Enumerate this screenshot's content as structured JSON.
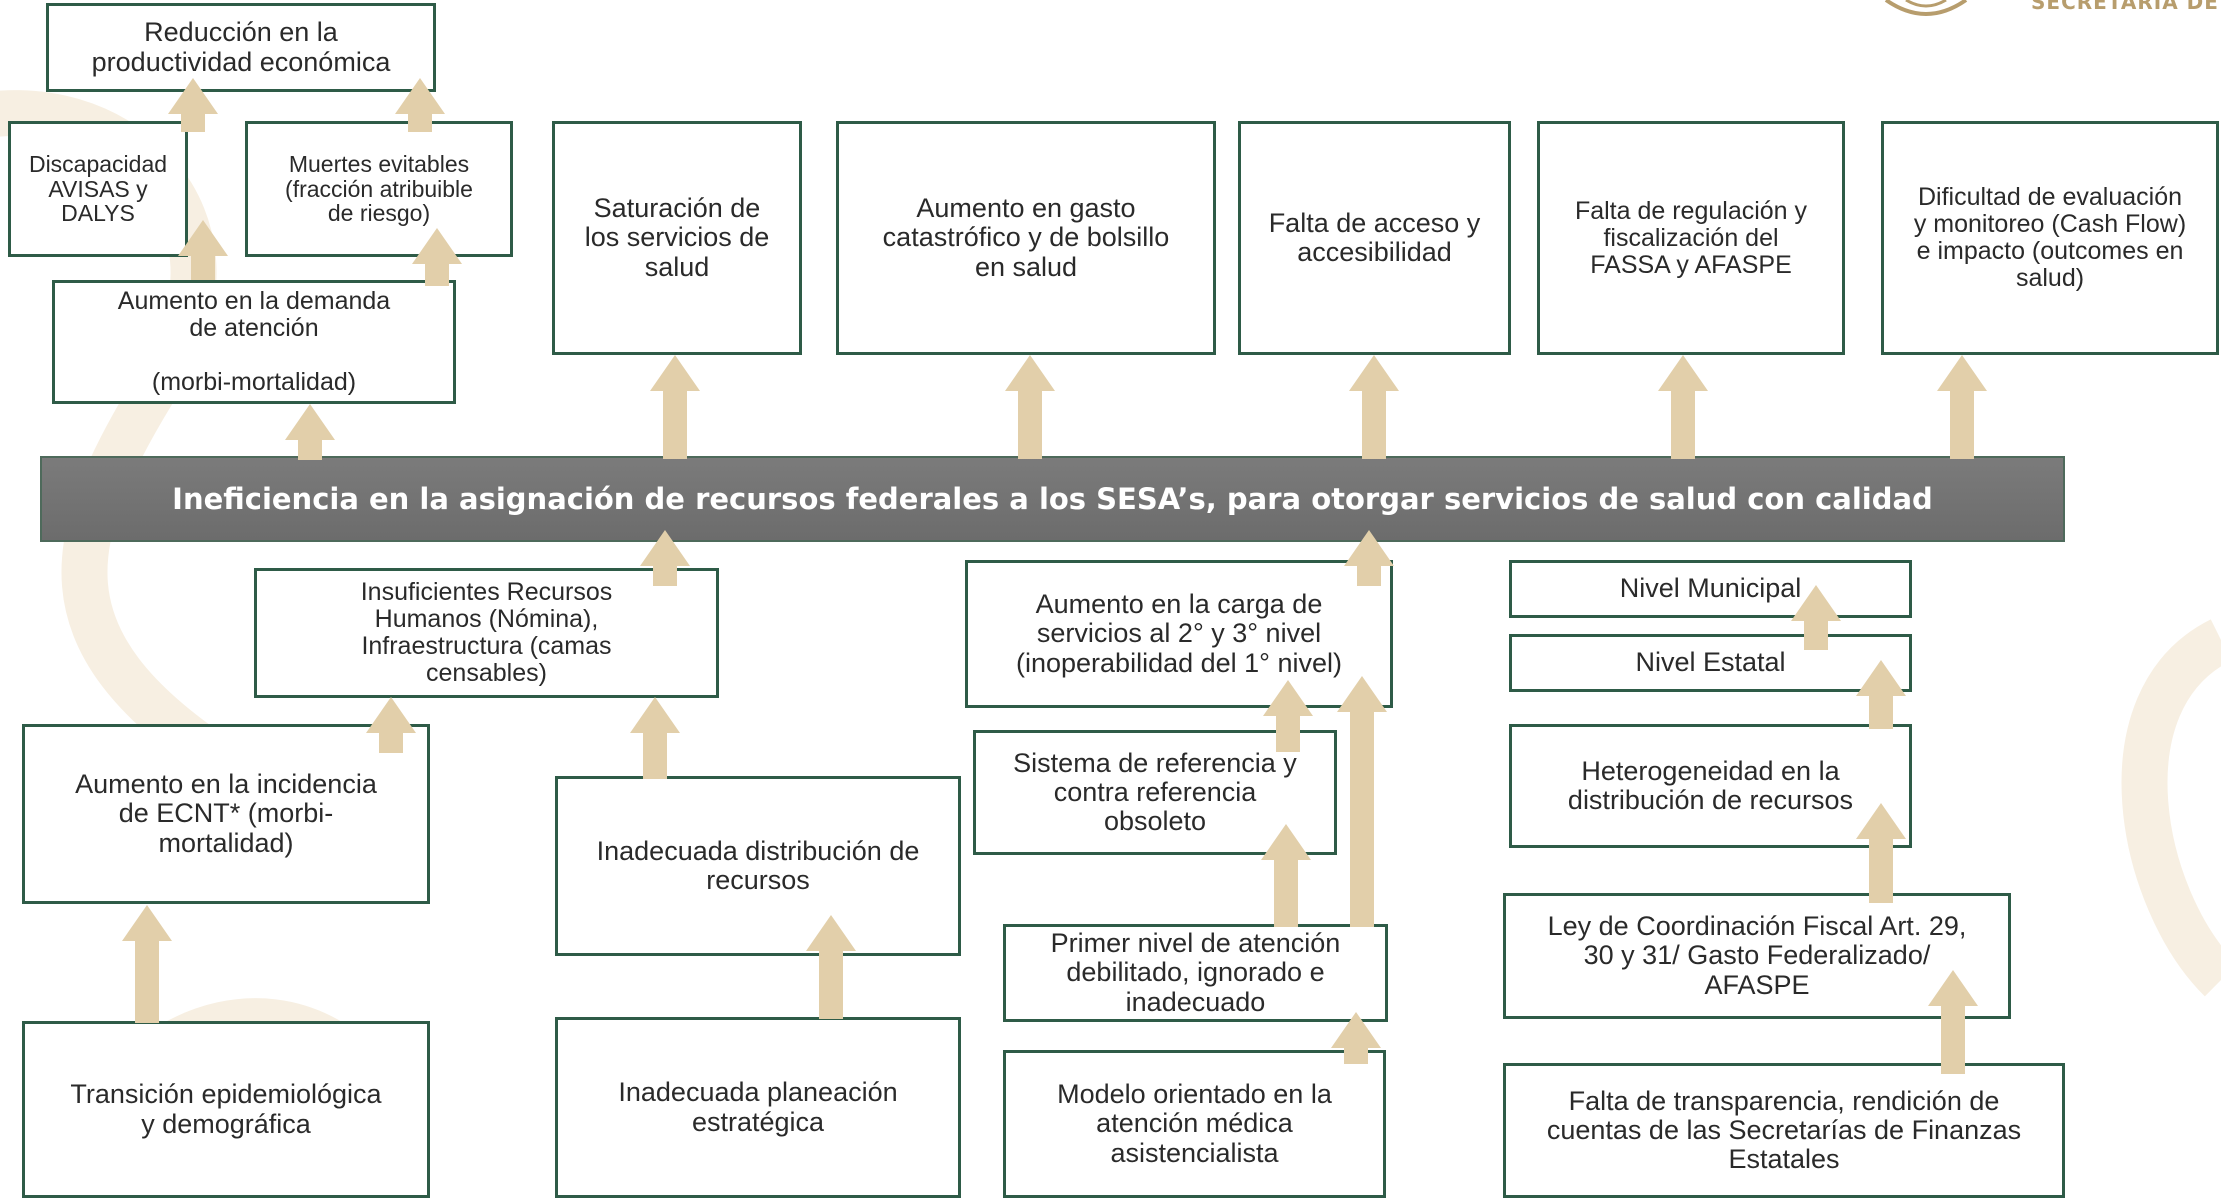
{
  "header": {
    "logo_text": "SECRETARÍA DE",
    "seal_icon": "eagle-seal-icon"
  },
  "central_problem": "Ineficiencia en la asignación de recursos federales a los SESA’s, para otorgar servicios de salud con calidad",
  "effects": {
    "productividad": "Reducción en la\nproductividad económica",
    "discapacidad": "Discapacidad\nAVISAS y\nDALYS",
    "muertes": "Muertes evitables\n(fracción atribuible\nde riesgo)",
    "demanda": "Aumento en la demanda\nde atención\n\n(morbi-mortalidad)",
    "saturacion": "Saturación de\nlos servicios de\nsalud",
    "gasto": "Aumento en gasto\ncatastrófico y de bolsillo\nen salud",
    "acceso": "Falta de acceso y\naccesibilidad",
    "regulacion": "Falta de regulación y\nfiscalización del\nFASSA y AFASPE",
    "evaluacion": "Dificultad de evaluación\ny monitoreo (Cash Flow)\ne impacto (outcomes en\nsalud)"
  },
  "causes": {
    "recursos_humanos": "Insuficientes Recursos\nHumanos  (Nómina),\nInfraestructura (camas\ncensables)",
    "ecnt": "Aumento en la incidencia\nde ECNT* (morbi-\nmortalidad)",
    "transicion": "Transición epidemiológica\ny demográfica",
    "distribucion": "Inadecuada distribución de\nrecursos",
    "planeacion": "Inadecuada planeación\nestratégica",
    "carga": "Aumento en la carga de\nservicios al 2° y 3° nivel\n(inoperabilidad del 1° nivel)",
    "referencia": "Sistema de referencia y\ncontra referencia\nobsoleto",
    "primer_nivel": "Primer nivel de atención\ndebilitado, ignorado e\ninadecuado",
    "modelo": "Modelo orientado en la\natención médica\nasistencialista",
    "municipal": "Nivel Municipal",
    "estatal": "Nivel Estatal",
    "heterogeneidad": "Heterogeneidad en la\ndistribución de recursos",
    "ley": "Ley de Coordinación Fiscal Art. 29,\n30 y 31/ Gasto Federalizado/\nAFASPE",
    "transparencia": "Falta de transparencia, rendición de\ncuentas de las Secretarías de Finanzas\nEstatales"
  },
  "colors": {
    "box_border": "#2e5b47",
    "arrow": "#e2cfaa",
    "banner": "#737373",
    "banner_text": "#ffffff"
  }
}
